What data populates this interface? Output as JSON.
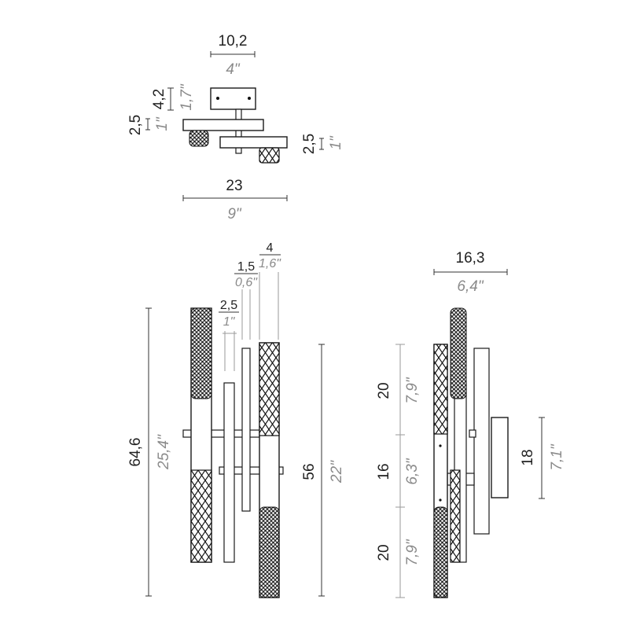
{
  "top_view": {
    "width_cm": "10,2",
    "width_in": "4\"",
    "height_cm": "4,2",
    "height_in": "1,7\"",
    "left_offset_cm": "2,5",
    "left_offset_in": "1\"",
    "right_offset_cm": "2,5",
    "right_offset_in": "1\"",
    "total_cm": "23",
    "total_in": "9\""
  },
  "front_view": {
    "depth_a_cm": "4",
    "depth_a_in": "1,6\"",
    "depth_b_cm": "1,5",
    "depth_b_in": "0,6\"",
    "depth_c_cm": "2,5",
    "depth_c_in": "1\"",
    "height_left_cm": "64,6",
    "height_left_in": "25,4\"",
    "height_right_cm": "56",
    "height_right_in": "22\""
  },
  "side_view": {
    "width_cm": "16,3",
    "width_in": "6,4\"",
    "seg_top_cm": "20",
    "seg_top_in": "7,9\"",
    "seg_mid_cm": "16",
    "seg_mid_in": "6,3\"",
    "seg_bot_cm": "20",
    "seg_bot_in": "7,9\"",
    "plate_cm": "18",
    "plate_in": "7,1\""
  }
}
